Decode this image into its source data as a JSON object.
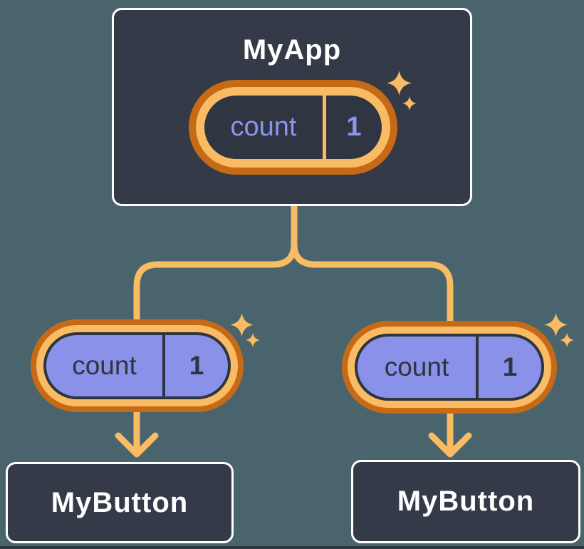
{
  "diagram": {
    "root": {
      "label": "MyApp",
      "state": {
        "key": "count",
        "value": "1"
      }
    },
    "children": [
      {
        "label": "MyButton",
        "prop": {
          "key": "count",
          "value": "1"
        }
      },
      {
        "label": "MyButton",
        "prop": {
          "key": "count",
          "value": "1"
        }
      }
    ]
  },
  "colors": {
    "background": "#4A646E",
    "node_fill": "#343A47",
    "node_border": "#FFFFFF",
    "node_text": "#FFFFFF",
    "ring_outer_orange": "#C76A15",
    "ring_inner_orange": "#F9BB63",
    "connector_orange": "#F9BB63",
    "state_pill_interior": "#2F3541",
    "state_text_purple": "#8B95EB",
    "prop_fill_purple": "#8992E8",
    "prop_text_dark": "#2E3440",
    "bottom_strip": "#2F3540"
  }
}
